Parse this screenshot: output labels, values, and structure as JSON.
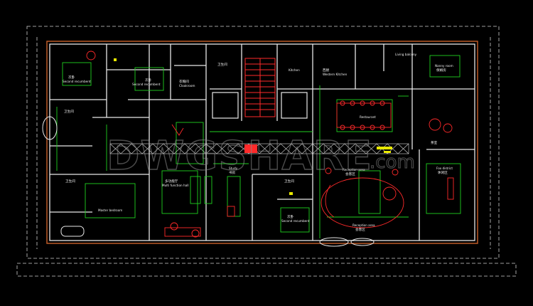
{
  "drawing": {
    "colors": {
      "background": "#000000",
      "wall": "#e8e8e8",
      "green": "#1fd11f",
      "red": "#ff2a2a",
      "yellow": "#e8e800",
      "orange": "#c8602a",
      "gray": "#9a9a9a"
    },
    "rooms": [
      {
        "id": "second-bedroom-a",
        "cn": "次卧",
        "en": "Second recumbent"
      },
      {
        "id": "second-bedroom-b",
        "cn": "次卧",
        "en": "Second recumbent"
      },
      {
        "id": "cloakroom",
        "cn": "衣帽间",
        "en": "Cloakroom"
      },
      {
        "id": "bath-a",
        "cn": "卫生间",
        "en": ""
      },
      {
        "id": "bath-b",
        "cn": "卫生间",
        "en": ""
      },
      {
        "id": "bath-c",
        "cn": "卫生间",
        "en": ""
      },
      {
        "id": "master-bedroom",
        "cn": "",
        "en": "Master bedroom"
      },
      {
        "id": "multi-function",
        "cn": "多功能厅",
        "en": "Multi function hall"
      },
      {
        "id": "study",
        "cn": "书房",
        "en": "Study"
      },
      {
        "id": "bath-d",
        "cn": "卫生间",
        "en": ""
      },
      {
        "id": "second-bedroom-c",
        "cn": "次卧",
        "en": "Second recumbent"
      },
      {
        "id": "kitchen",
        "cn": "",
        "en": "Kitchen"
      },
      {
        "id": "western-kitchen",
        "cn": "西厨",
        "en": "Western Kitchen"
      },
      {
        "id": "restaurant",
        "cn": "",
        "en": "Restaurant"
      },
      {
        "id": "living-balcony",
        "cn": "",
        "en": "Living balcony"
      },
      {
        "id": "nanny-room",
        "cn": "保姆房",
        "en": "Nanny room"
      },
      {
        "id": "tea-room",
        "cn": "茶室",
        "en": ""
      },
      {
        "id": "reception-area",
        "cn": "会客区",
        "en": "Reception area"
      },
      {
        "id": "reception-area-2",
        "cn": "会客区",
        "en": "Reception area"
      },
      {
        "id": "fox-district",
        "cn": "休闲区",
        "en": "Fox district"
      }
    ],
    "watermark": {
      "main": "DWGSHARE",
      "sub": ".com"
    }
  }
}
